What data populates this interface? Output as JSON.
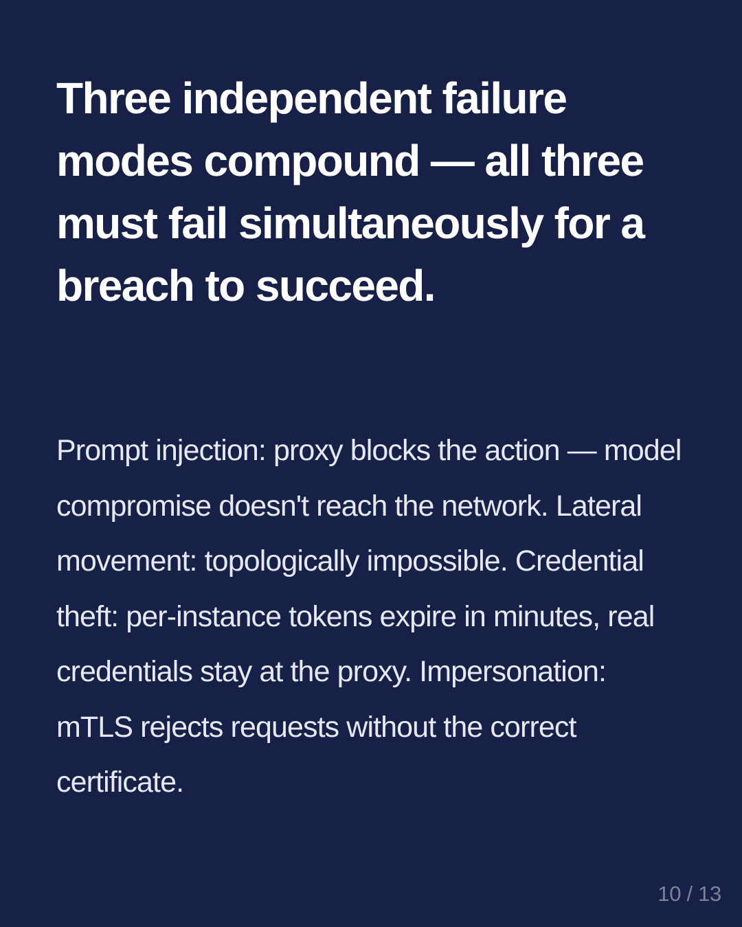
{
  "slide": {
    "headline": "Three independent failure modes compound — all three must fail simultaneously for a breach to succeed.",
    "body": "Prompt injection: proxy blocks the action — model compromise doesn't reach the network. Lateral movement: topologically impossible. Credential theft: per-instance tokens expire in minutes, real credentials stay at the proxy. Impersonation: mTLS rejects requests without the correct certificate.",
    "page_counter": "10 / 13"
  },
  "colors": {
    "background": "#172047",
    "headline": "#ffffff",
    "body": "#e6e9f4",
    "page_counter": "#7c8299"
  }
}
